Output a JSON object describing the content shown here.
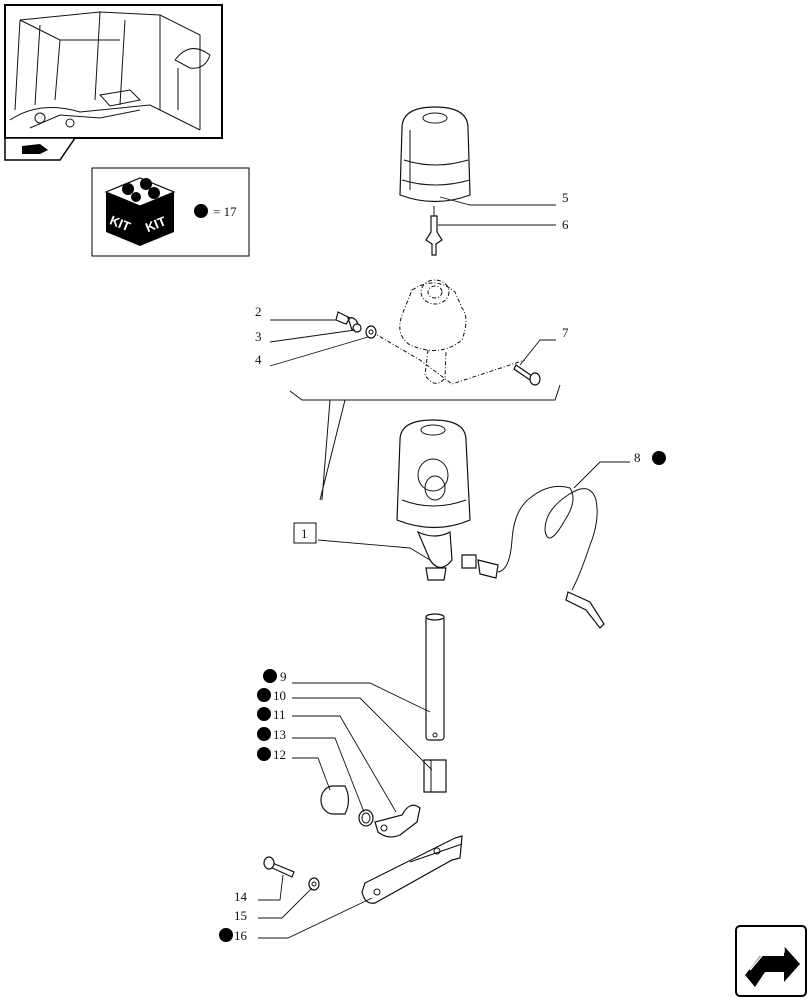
{
  "kit_box": {
    "kit_label_1": "KIT",
    "kit_label_2": "KIT",
    "kit_text": "= 17"
  },
  "callouts": [
    {
      "num": "5",
      "marked": false
    },
    {
      "num": "6",
      "marked": false
    },
    {
      "num": "2",
      "marked": false
    },
    {
      "num": "3",
      "marked": false
    },
    {
      "num": "4",
      "marked": false
    },
    {
      "num": "7",
      "marked": false
    },
    {
      "num": "8",
      "marked": true
    },
    {
      "num": "1",
      "marked": false
    },
    {
      "num": "9",
      "marked": true
    },
    {
      "num": "10",
      "marked": true
    },
    {
      "num": "11",
      "marked": true
    },
    {
      "num": "13",
      "marked": true
    },
    {
      "num": "12",
      "marked": true
    },
    {
      "num": "14",
      "marked": false
    },
    {
      "num": "15",
      "marked": false
    },
    {
      "num": "16",
      "marked": true
    }
  ],
  "icons": {
    "thumbnail": "tractor-cab-thumbnail",
    "reference_mark": "book-reference-icon",
    "kit_marker": "kit-dot",
    "next_page": "next-page-arrow-icon"
  }
}
